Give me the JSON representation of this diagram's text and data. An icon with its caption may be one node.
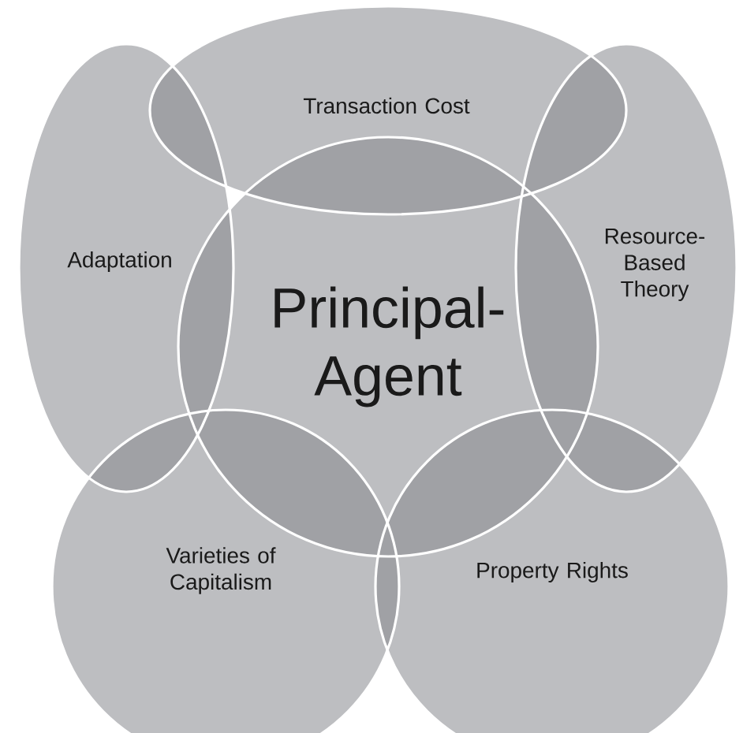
{
  "diagram": {
    "nodes": [
      {
        "text": [
          "Transaction Cost"
        ]
      },
      {
        "text": [
          "Adaptation"
        ]
      },
      {
        "text": [
          "Principal- Agent"
        ]
      },
      {
        "text": [
          "Resource- Based Theory"
        ]
      },
      {
        "text": [
          "Varieties of Capitalism"
        ]
      },
      {
        "text": [
          "Property Rights"
        ]
      }
    ]
  }
}
